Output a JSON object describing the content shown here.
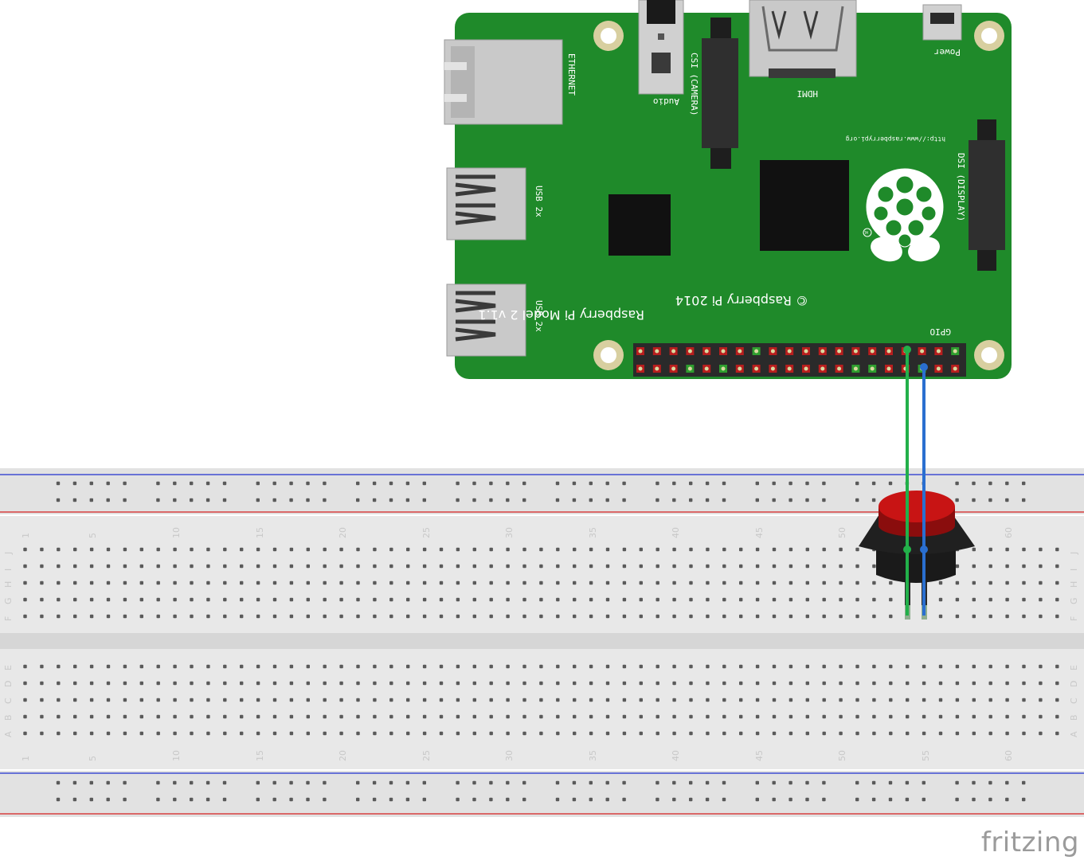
{
  "board": {
    "name": "Raspberry Pi Model 2 v1.1",
    "copyright": "© Raspberry Pi 2014",
    "url": "http://www.raspberrypi.org",
    "tm": "TM",
    "labels": {
      "ethernet": "ETHERNET",
      "usb1": "USB 2x",
      "usb2": "USB 2x",
      "audio": "Audio",
      "csi": "CSI (CAMERA)",
      "hdmi": "HDMI",
      "power": "Power",
      "dsi": "DSI (DISPLAY)",
      "gpio": "GPIO"
    },
    "colors": {
      "pcb": "#1f8a2a",
      "pin_red": "#b81e1e",
      "pin_green": "#2f9e2f",
      "header": "#2a2a2a"
    }
  },
  "breadboard": {
    "column_numbers": [
      "1",
      "5",
      "10",
      "15",
      "20",
      "25",
      "30",
      "35",
      "40",
      "45",
      "50",
      "55",
      "60"
    ],
    "row_letters_top": [
      "J",
      "I",
      "H",
      "G",
      "F"
    ],
    "row_letters_bottom": [
      "E",
      "D",
      "C",
      "B",
      "A"
    ],
    "colors": {
      "rail_red": "#d62020",
      "rail_blue": "#2030d0",
      "body": "#e6e6e6"
    }
  },
  "button": {
    "name": "pushbutton",
    "cap_color": "#c81414",
    "body_color": "#1a1a1a"
  },
  "wires": [
    {
      "name": "green-wire",
      "color": "#22b04a"
    },
    {
      "name": "blue-wire",
      "color": "#2a6fd0"
    }
  ],
  "footer": {
    "brand": "fritzing"
  }
}
